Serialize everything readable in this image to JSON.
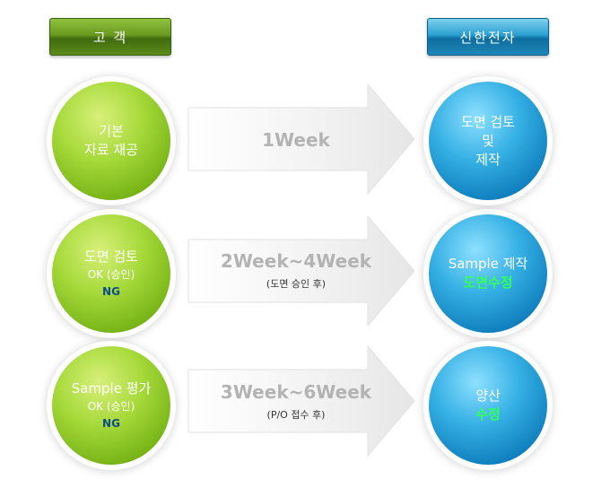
{
  "header": {
    "left": "고  객",
    "right": "신한전자"
  },
  "rows": [
    {
      "customer": [
        "기본",
        "자료 재공"
      ],
      "arrow": "1Week",
      "arrow_sub": "",
      "shinhan": [
        "도면 검토",
        "및",
        "제작"
      ]
    },
    {
      "customer": [
        "도면 검토",
        "OK (승인)",
        "NG"
      ],
      "arrow": "2Week~4Week",
      "arrow_sub": "(도면 승인 후)",
      "shinhan": [
        "Sample 제작",
        "도면수정"
      ]
    },
    {
      "customer": [
        "Sample 평가",
        "OK (승인)",
        "NG"
      ],
      "arrow": "3Week~6Week",
      "arrow_sub": "(P/O 접수 후)",
      "shinhan": [
        "양산",
        "수정"
      ]
    }
  ]
}
